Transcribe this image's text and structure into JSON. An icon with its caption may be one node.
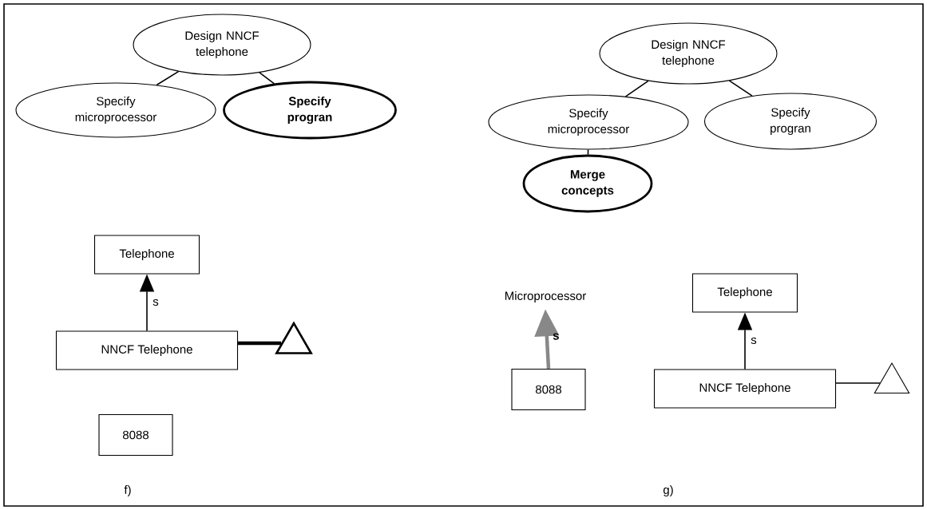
{
  "diagram": {
    "nodes": [
      {
        "text": [
          "Design NNCF telephone"
        ]
      },
      {
        "text": [
          "Specify microprocessor"
        ]
      },
      {
        "text": [
          "Specify progran"
        ]
      },
      {
        "text": [
          "Telephone"
        ]
      },
      {
        "text": [
          "NNCF Telephone"
        ]
      },
      {
        "text": [],
        "shape": "triangle"
      },
      {
        "text": [
          "8088"
        ]
      },
      {
        "text": [
          "Design NNCF telephone"
        ]
      },
      {
        "text": [
          "Specify microprocessor"
        ]
      },
      {
        "text": [
          "Specify progran"
        ]
      },
      {
        "text": [
          "Merge concepts"
        ]
      },
      {
        "text": [
          "Microprocessor"
        ]
      },
      {
        "text": [
          "8088"
        ]
      },
      {
        "text": [
          "Telephone"
        ]
      },
      {
        "text": [
          "NNCF Telephone"
        ]
      },
      {
        "text": [],
        "shape": "triangle"
      }
    ],
    "edges": [
      {
        "from": 0,
        "to": 1,
        "arrow": "none"
      },
      {
        "from": 0,
        "to": 2,
        "arrow": "none"
      },
      {
        "from": 4,
        "to": 3,
        "arrow": "to",
        "label": "s"
      },
      {
        "from": 4,
        "to": 5,
        "arrow": "none",
        "style": "thick"
      },
      {
        "from": 7,
        "to": 8,
        "arrow": "none"
      },
      {
        "from": 7,
        "to": 9,
        "arrow": "none"
      },
      {
        "from": 8,
        "to": 10,
        "arrow": "none"
      },
      {
        "from": 12,
        "to": 11,
        "arrow": "to",
        "label": "s",
        "style": "thick",
        "color": "#888888"
      },
      {
        "from": 14,
        "to": 13,
        "arrow": "to",
        "label": "s"
      },
      {
        "from": 14,
        "to": 15,
        "arrow": "none"
      }
    ],
    "labels": [
      "f)",
      "g)"
    ]
  }
}
